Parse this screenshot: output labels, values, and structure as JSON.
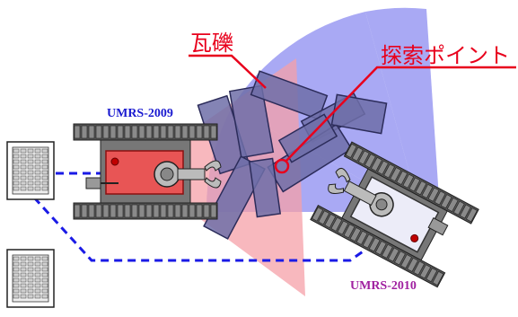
{
  "labels": {
    "rubble": "瓦礫",
    "search_point": "探索ポイント",
    "robot_a": "UMRS-2009",
    "robot_b": "UMRS-2010"
  },
  "colors": {
    "background": "#ffffff",
    "callout_red": "#e8001c",
    "sensor_blue": "#8c8cf0",
    "sensor_red": "#f5a0a8",
    "robot_a_body": "#e85555",
    "robot_b_body": "#e6e6f8",
    "rubble_fill": "#6e6ea8",
    "link_blue": "#1a1ae6",
    "robot_a_label": "#1a1ad0",
    "robot_b_label": "#a020a0",
    "track_dark": "#4a4a4a"
  },
  "icons": {
    "operator_station_1": "laptop-icon",
    "operator_station_2": "laptop-icon"
  }
}
